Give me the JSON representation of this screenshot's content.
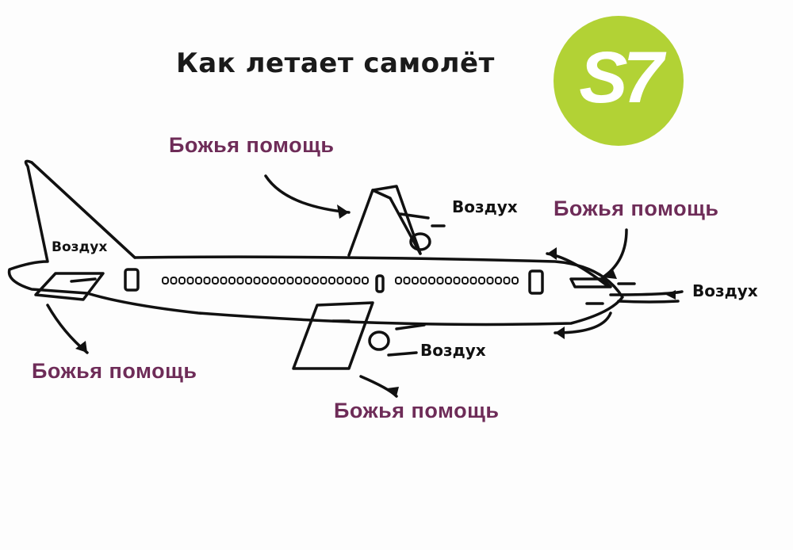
{
  "title": "Как летает самолёт",
  "logo": {
    "text": "S7",
    "color": "#b2d235"
  },
  "labels": {
    "god_help": "Божья помощь",
    "air": "Воздух"
  },
  "colors": {
    "label": "#6e2c58",
    "ink": "#111111"
  }
}
